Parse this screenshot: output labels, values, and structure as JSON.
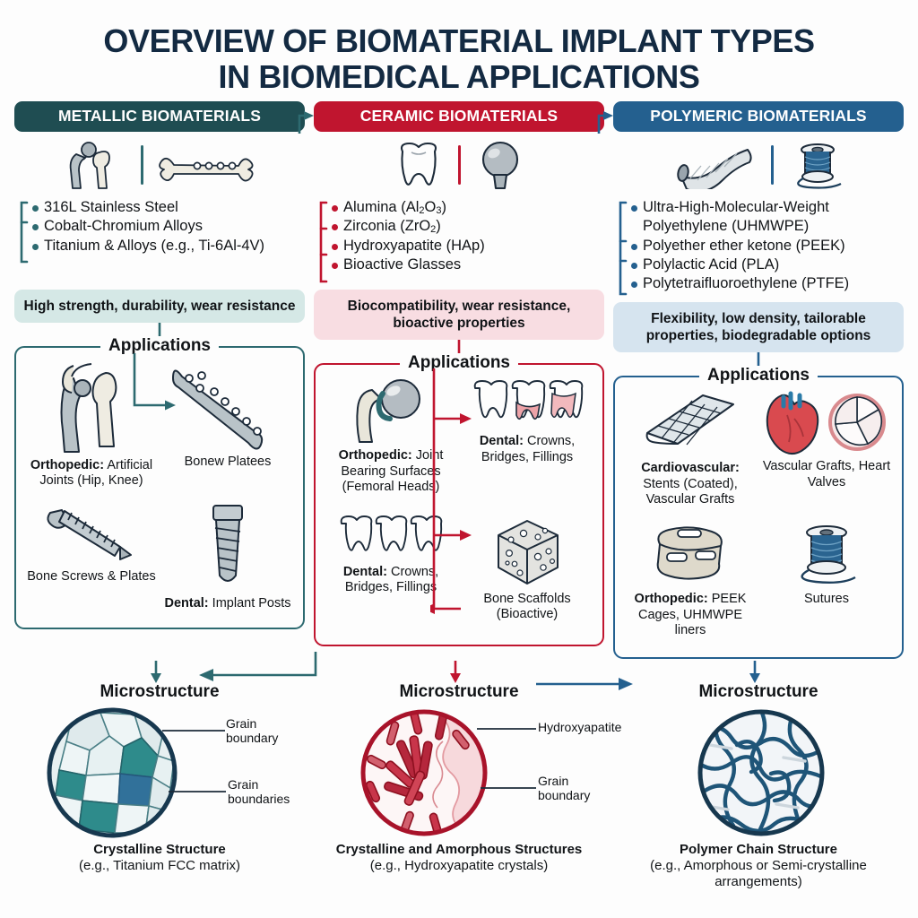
{
  "title": {
    "line1": "Overview of Biomaterial Implant Types",
    "line2": "in Biomedical Applications"
  },
  "colors": {
    "metallic": "#1f4d52",
    "metallic_accent": "#2d6a70",
    "metallic_tint": "#d5e8e6",
    "ceramic": "#c0152f",
    "ceramic_tint": "#f8dde2",
    "polymeric": "#24608f",
    "polymeric_tint": "#d6e4ef",
    "title_color": "#132a42"
  },
  "columns": [
    {
      "header": "METALLIC BIOMATERIALS",
      "icons": [
        "hip-implant-icon",
        "bone-plate-icon"
      ],
      "materials": [
        "316L Stainless Steel",
        "Cobalt-Chromium Alloys",
        "Titanium & Alloys (e.g., Ti-6Al-4V)"
      ],
      "properties": "High strength, durability, wear resistance",
      "applications_title": "Applications",
      "applications": [
        {
          "icon": "hip-joint-prosthesis-icon",
          "bold": "Orthopedic:",
          "text": "Artificial Joints (Hip, Knee)"
        },
        {
          "icon": "bone-plate-icon",
          "bold": "",
          "text": "Bonew Platees"
        },
        {
          "icon": "bone-screw-icon",
          "bold": "",
          "text": "Bone Screws & Plates"
        },
        {
          "icon": "dental-implant-post-icon",
          "bold": "Dental:",
          "text": "Implant Posts"
        }
      ],
      "microstructure_title": "Microstructure",
      "micro_labels": [
        "Grain boundary",
        "Grain boundaries"
      ],
      "micro_caption_bold": "Crystalline Structure",
      "micro_caption_sub": "(e.g., Titanium FCC matrix)"
    },
    {
      "header": "CERAMIC BIOMATERIALS",
      "icons": [
        "tooth-icon",
        "femoral-head-ball-icon"
      ],
      "materials": [
        "Alumina (Al2O3)",
        "Zirconia (ZrO2)",
        "Hydroxyapatite (HAp)",
        "Bioactive Glasses"
      ],
      "properties": "Biocompatibility, wear resistance, bioactive properties",
      "applications_title": "Applications",
      "applications": [
        {
          "icon": "femoral-head-bearing-icon",
          "bold": "Orthopedic:",
          "text": "Joint Bearing Surfaces (Femoral Heads)"
        },
        {
          "icon": "dental-crowns-icon",
          "bold": "Dental:",
          "text": "Crowns, Bridges, Fillings"
        },
        {
          "icon": "dental-crowns-icon",
          "bold": "Dental:",
          "text": "Crowns, Bridges, Fillings"
        },
        {
          "icon": "bone-scaffold-cube-icon",
          "bold": "",
          "text": "Bone Scaffolds (Bioactive)"
        }
      ],
      "microstructure_title": "Microstructure",
      "micro_labels": [
        "Hydroxyapatite",
        "Grain boundary"
      ],
      "micro_caption_bold": "Crystalline and Amorphous Structures",
      "micro_caption_sub": "(e.g., Hydroxyapatite crystals)"
    },
    {
      "header": "POLYMERIC BIOMATERIALS",
      "icons": [
        "vascular-graft-tube-icon",
        "suture-spool-icon"
      ],
      "materials": [
        "Ultra-High-Molecular-Weight Polyethylene (UHMWPE)",
        "Polyether ether ketone (PEEK)",
        "Polylactic Acid (PLA)",
        "Polytetraifluoroethylene (PTFE)"
      ],
      "properties": "Flexibility, low density, tailorable properties, biodegradable options",
      "applications_title": "Applications",
      "applications": [
        {
          "icon": "stent-mesh-icon",
          "bold": "Cardiovascular:",
          "text": "Stents (Coated), Vascular Grafts"
        },
        {
          "icon": "heart-valve-icon",
          "bold": "",
          "text": "Vascular Grafts, Heart Valves"
        },
        {
          "icon": "peek-cage-icon",
          "bold": "Orthopedic:",
          "text": "PEEK Cages, UHMWPE liners"
        },
        {
          "icon": "suture-spool-icon",
          "bold": "",
          "text": "Sutures"
        }
      ],
      "microstructure_title": "Microstructure",
      "micro_labels": [],
      "micro_caption_bold": "Polymer Chain Structure",
      "micro_caption_sub": "(e.g., Amorphous or Semi-crystalline arrangements)"
    }
  ]
}
